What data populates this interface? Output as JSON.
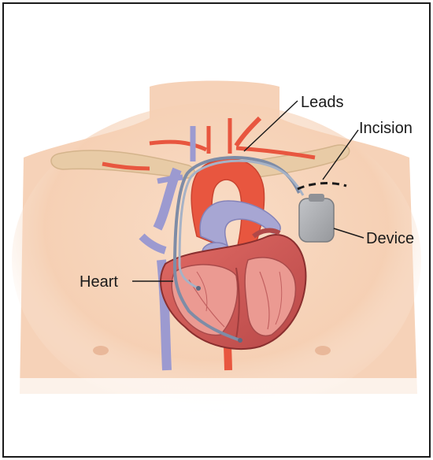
{
  "labels": {
    "leads": "Leads",
    "incision": "Incision",
    "device": "Device",
    "heart": "Heart"
  },
  "colors": {
    "skin": "#f6d3b8",
    "skin_shadow": "#e9b898",
    "clavicle": "#e6c9a4",
    "aorta": "#e8563f",
    "vein": "#9c9ad0",
    "heart_muscle": "#cf5a5a",
    "heart_inner": "#e88a84",
    "lead_wire": "#8a98b0",
    "device": "#a9abb0",
    "incision_line": "#1a1a1a"
  },
  "icons": [
    "pacemaker-device-icon",
    "heart-illustration",
    "lead-wires",
    "incision-dashed-line"
  ]
}
